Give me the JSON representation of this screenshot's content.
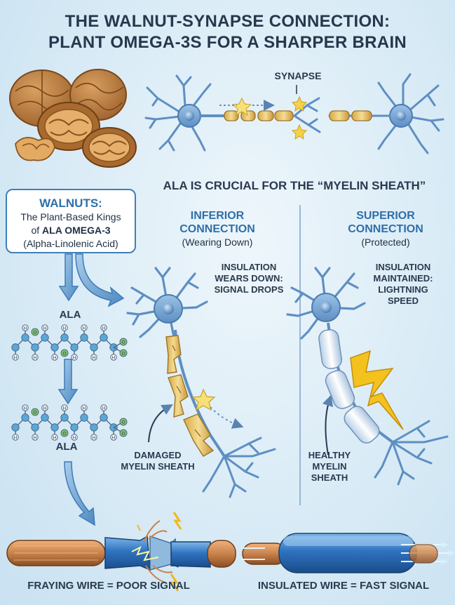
{
  "title": {
    "line1": "THE WALNUT-SYNAPSE CONNECTION:",
    "line2": "PLANT OMEGA-3S FOR A SHARPER BRAIN"
  },
  "synapse_label": "SYNAPSE",
  "myelin_heading": "ALA IS CRUCIAL FOR THE “MYELIN SHEATH”",
  "walnut_box": {
    "heading": "WALNUTS:",
    "line1": "The Plant-Based Kings",
    "line2_prefix": "of ",
    "line2_bold": "ALA OMEGA-3",
    "line3": "(Alpha-Linolenic Acid)"
  },
  "ala_labels": [
    "ALA",
    "ALA"
  ],
  "inferior": {
    "title1": "INFERIOR",
    "title2": "CONNECTION",
    "subtitle": "(Wearing Down)",
    "note1": "INSULATION",
    "note2": "WEARS DOWN:",
    "note3": "SIGNAL DROPS",
    "damage1": "DAMAGED",
    "damage2": "MYELIN SHEATH"
  },
  "superior": {
    "title1": "SUPERIOR",
    "title2": "CONNECTION",
    "subtitle": "(Protected)",
    "note1": "INSULATION",
    "note2": "MAINTAINED:",
    "note3": "LIGHTNING",
    "note4": "SPEED",
    "healthy1": "HEALTHY",
    "healthy2": "MYELIN",
    "healthy3": "SHEATH"
  },
  "atom_labels": {
    "hydrogen": "H",
    "oxygen": "O"
  },
  "wires": {
    "fraying": "FRAYING WIRE = POOR SIGNAL",
    "insulated": "INSULATED WIRE = FAST SIGNAL"
  },
  "colors": {
    "accent_blue": "#2f6fa8",
    "neuron_blue": "#6f9fcf",
    "myelin_damaged": "#e8c774",
    "myelin_healthy": "#e4eef8",
    "walnut": "#b9793c",
    "copper": "#c9824b",
    "lightning": "#f2b91c"
  },
  "icons": [
    "walnut-icon",
    "neuron-icon",
    "molecule-icon",
    "arrow-icon",
    "lightning-icon",
    "spark-icon",
    "wire-icon"
  ]
}
